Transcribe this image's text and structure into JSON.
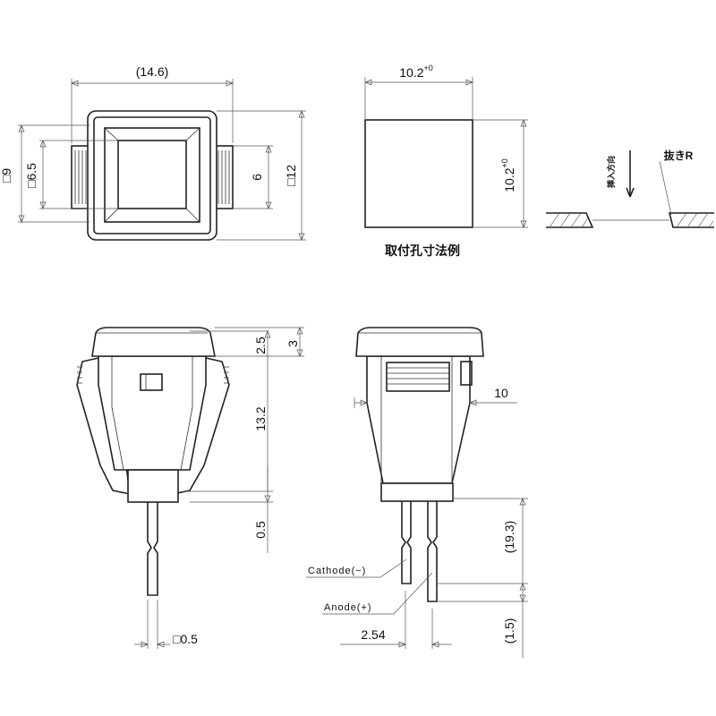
{
  "top_view": {
    "overall_width": "(14.6)",
    "outer_square": "□9",
    "inner_square": "□6.5",
    "terminal_width": "6",
    "body_square": "□12"
  },
  "panel_cutout": {
    "width": "10.2",
    "width_tol": "+0",
    "height": "10.2",
    "height_tol": "+0",
    "caption": "取付孔寸法例"
  },
  "panel_section": {
    "insert_direction": "挿入方向",
    "draft_label": "抜きR"
  },
  "front_view": {
    "cap_height": "2.5",
    "bezel_height": "3",
    "body_height": "13.2",
    "pin_offset": "0.5",
    "pin_size": "□0.5"
  },
  "side_view": {
    "depth": "10",
    "lead_length": "(19.3)",
    "lead_step": "(1.5)",
    "pitch": "2.54",
    "cathode_label": "Cathode(−)",
    "anode_label": "Anode(+)"
  }
}
